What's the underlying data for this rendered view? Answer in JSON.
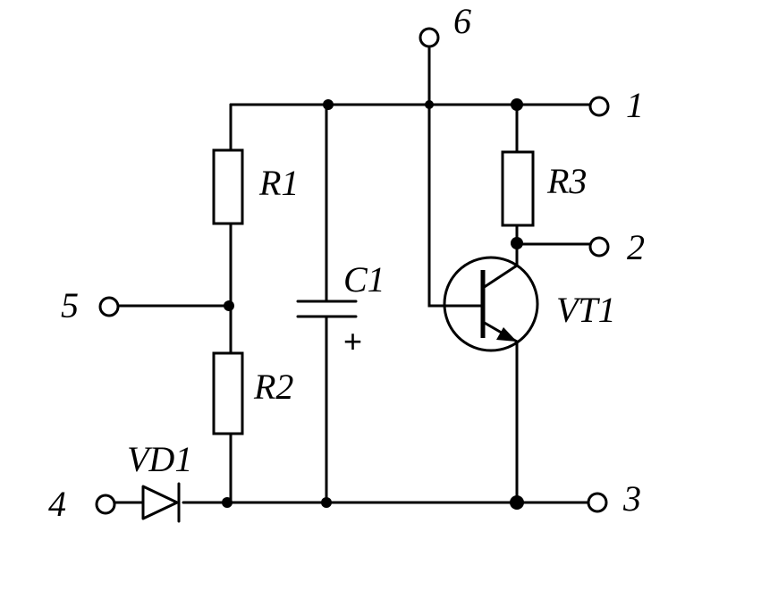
{
  "components": {
    "r1": "R1",
    "r2": "R2",
    "r3": "R3",
    "c1": "C1",
    "c1_polarity": "+",
    "vd1": "VD1",
    "vt1": "VT1"
  },
  "terminals": {
    "t1": "1",
    "t2": "2",
    "t3": "3",
    "t4": "4",
    "t5": "5",
    "t6": "6"
  }
}
